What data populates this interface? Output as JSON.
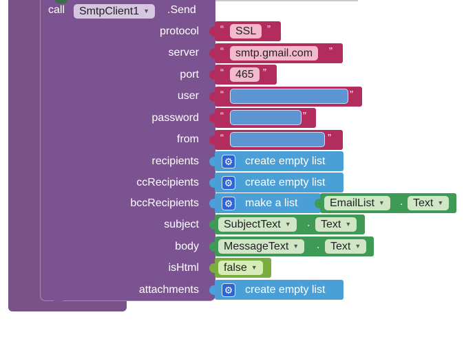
{
  "header": {
    "call_label": "call",
    "component": "SmtpClient1",
    "method": ".Send"
  },
  "params": [
    {
      "name": "protocol"
    },
    {
      "name": "server"
    },
    {
      "name": "port"
    },
    {
      "name": "user"
    },
    {
      "name": "password"
    },
    {
      "name": "from"
    },
    {
      "name": "recipients"
    },
    {
      "name": "ccRecipients"
    },
    {
      "name": "bccRecipients"
    },
    {
      "name": "subject"
    },
    {
      "name": "body"
    },
    {
      "name": "isHtml"
    },
    {
      "name": "attachments"
    }
  ],
  "strings": {
    "open_quote": "“",
    "close_quote": "”",
    "protocol": "SSL",
    "server": "smtp.gmail.com",
    "port": "465"
  },
  "lists": {
    "create_empty": "create empty list",
    "make_list": "make a list"
  },
  "components": {
    "email_list": "EmailList",
    "subject_text": "SubjectText",
    "message_text": "MessageText",
    "text_prop": "Text",
    "dot": "."
  },
  "logic": {
    "false_value": "false"
  },
  "icons": {
    "dropdown": "triangle-down",
    "mutator": "gear-icon"
  },
  "colors": {
    "procedure": "#7b5391",
    "text": "#b22c5d",
    "lists": "#4a9fd6",
    "components": "#3f9a55",
    "logic": "#7aac3e"
  }
}
